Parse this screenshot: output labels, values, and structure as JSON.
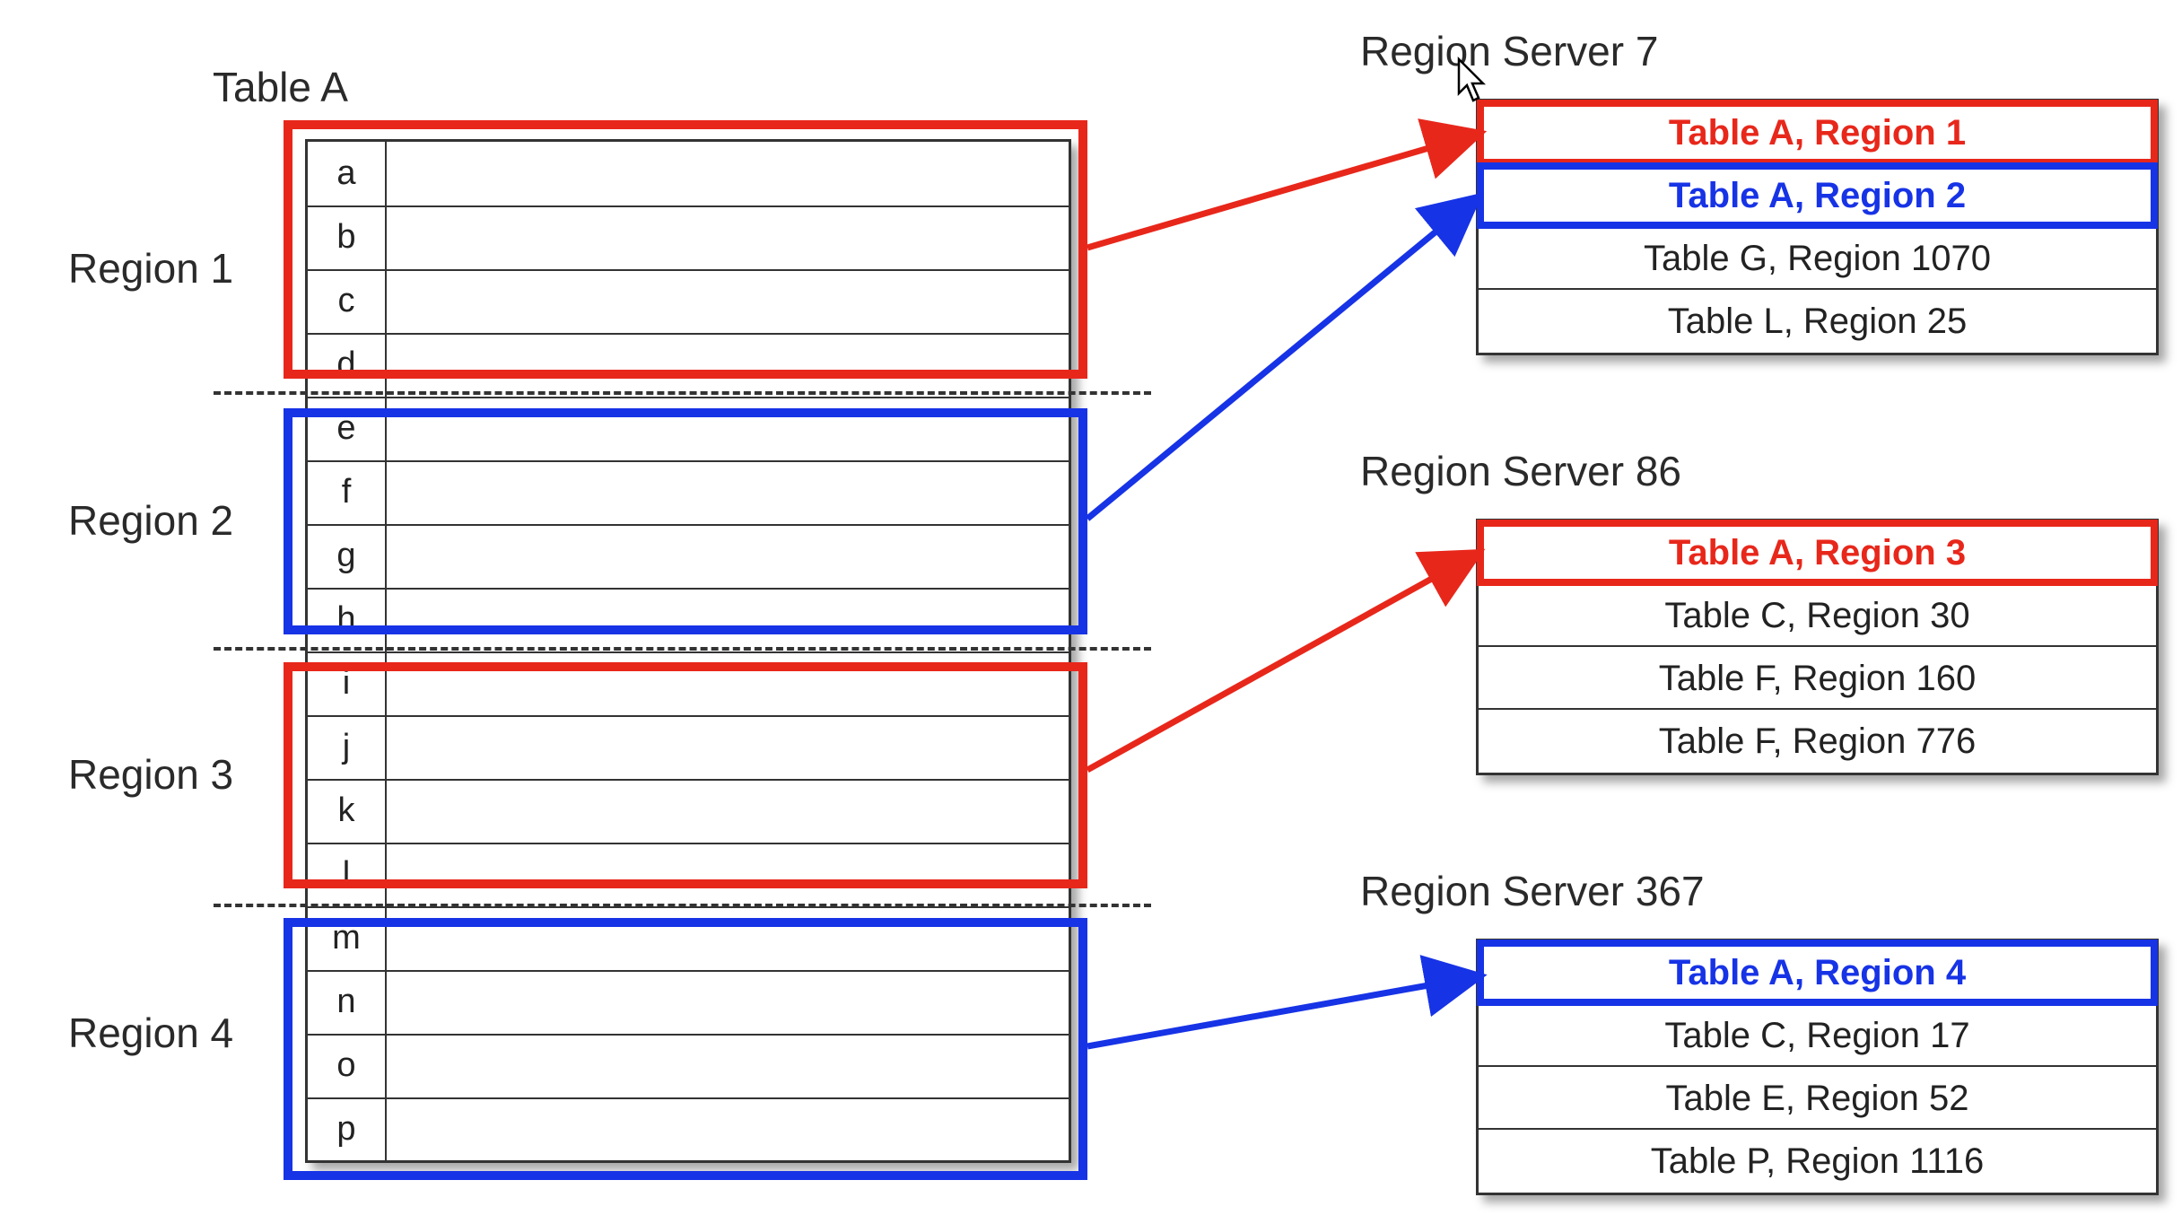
{
  "table": {
    "title": "Table A",
    "keys": [
      "a",
      "b",
      "c",
      "d",
      "e",
      "f",
      "g",
      "h",
      "i",
      "j",
      "k",
      "l",
      "m",
      "n",
      "o",
      "p"
    ]
  },
  "regions": [
    {
      "label": "Region 1",
      "color": "#e8271b",
      "server": 0
    },
    {
      "label": "Region 2",
      "color": "#1733e6",
      "server": 0
    },
    {
      "label": "Region 3",
      "color": "#e8271b",
      "server": 1
    },
    {
      "label": "Region 4",
      "color": "#1733e6",
      "server": 2
    }
  ],
  "servers": [
    {
      "title": "Region Server 7",
      "rows": [
        {
          "text": "Table A, Region 1",
          "highlight": "red"
        },
        {
          "text": "Table A, Region 2",
          "highlight": "blue"
        },
        {
          "text": "Table G, Region 1070",
          "highlight": ""
        },
        {
          "text": "Table L, Region 25",
          "highlight": ""
        }
      ]
    },
    {
      "title": "Region Server 86",
      "rows": [
        {
          "text": "Table A, Region 3",
          "highlight": "red"
        },
        {
          "text": "Table C, Region 30",
          "highlight": ""
        },
        {
          "text": "Table F, Region 160",
          "highlight": ""
        },
        {
          "text": "Table F, Region 776",
          "highlight": ""
        }
      ]
    },
    {
      "title": "Region Server 367",
      "rows": [
        {
          "text": "Table A, Region 4",
          "highlight": "blue"
        },
        {
          "text": "Table C, Region 17",
          "highlight": ""
        },
        {
          "text": "Table E, Region 52",
          "highlight": ""
        },
        {
          "text": "Table P, Region 1116",
          "highlight": ""
        }
      ]
    }
  ],
  "colors": {
    "red": "#e8271b",
    "blue": "#1733e6"
  }
}
